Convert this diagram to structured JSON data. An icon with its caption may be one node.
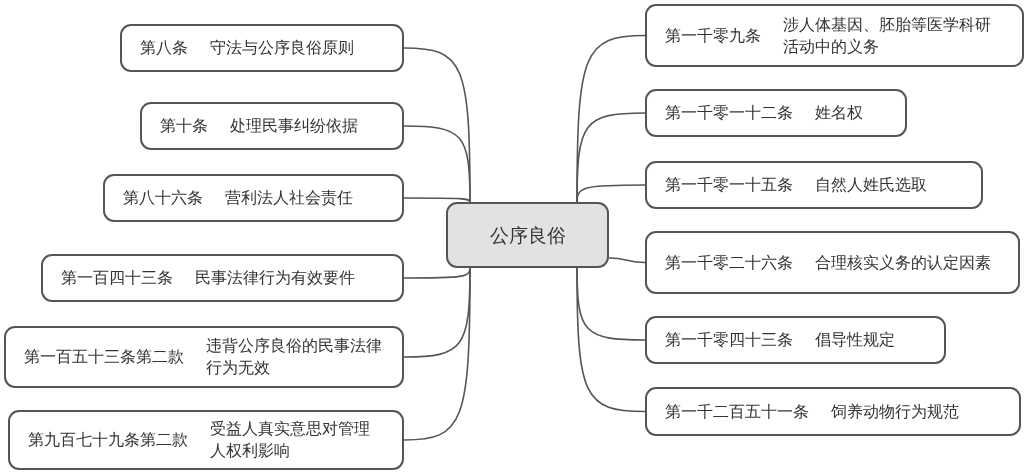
{
  "diagram": {
    "nodes": [
      {
        "text": [
          "公序良俗"
        ]
      },
      {
        "text": [
          "第八条",
          "守法与公序良俗原则"
        ]
      },
      {
        "text": [
          "第十条",
          "处理民事纠纷依据"
        ]
      },
      {
        "text": [
          "第八十六条",
          "营利法人社会责任"
        ]
      },
      {
        "text": [
          "第一百四十三条",
          "民事法律行为有效要件"
        ]
      },
      {
        "text": [
          "第一百五十三条第二款",
          "违背公序良俗的民事法律行为无效"
        ]
      },
      {
        "text": [
          "第九百七十九条第二款",
          "受益人真实意思对管理人权利影响"
        ]
      },
      {
        "text": [
          "第一千零九条",
          "涉人体基因、胚胎等医学科研活动中的义务"
        ]
      },
      {
        "text": [
          "第一千零一十二条",
          "姓名权"
        ]
      },
      {
        "text": [
          "第一千零一十五条",
          "自然人姓氏选取"
        ]
      },
      {
        "text": [
          "第一千零二十六条",
          "合理核实义务的认定因素"
        ]
      },
      {
        "text": [
          "第一千零四十三条",
          "倡导性规定"
        ]
      },
      {
        "text": [
          "第一千二百五十一条",
          "饲养动物行为规范"
        ]
      }
    ],
    "edges": [
      {
        "from": 0,
        "to": 1,
        "arrow": "none"
      },
      {
        "from": 0,
        "to": 2,
        "arrow": "none"
      },
      {
        "from": 0,
        "to": 3,
        "arrow": "none"
      },
      {
        "from": 0,
        "to": 4,
        "arrow": "none"
      },
      {
        "from": 0,
        "to": 5,
        "arrow": "none"
      },
      {
        "from": 0,
        "to": 6,
        "arrow": "none"
      },
      {
        "from": 0,
        "to": 7,
        "arrow": "none"
      },
      {
        "from": 0,
        "to": 8,
        "arrow": "none"
      },
      {
        "from": 0,
        "to": 9,
        "arrow": "none"
      },
      {
        "from": 0,
        "to": 10,
        "arrow": "none"
      },
      {
        "from": 0,
        "to": 11,
        "arrow": "none"
      },
      {
        "from": 0,
        "to": 12,
        "arrow": "none"
      }
    ]
  }
}
